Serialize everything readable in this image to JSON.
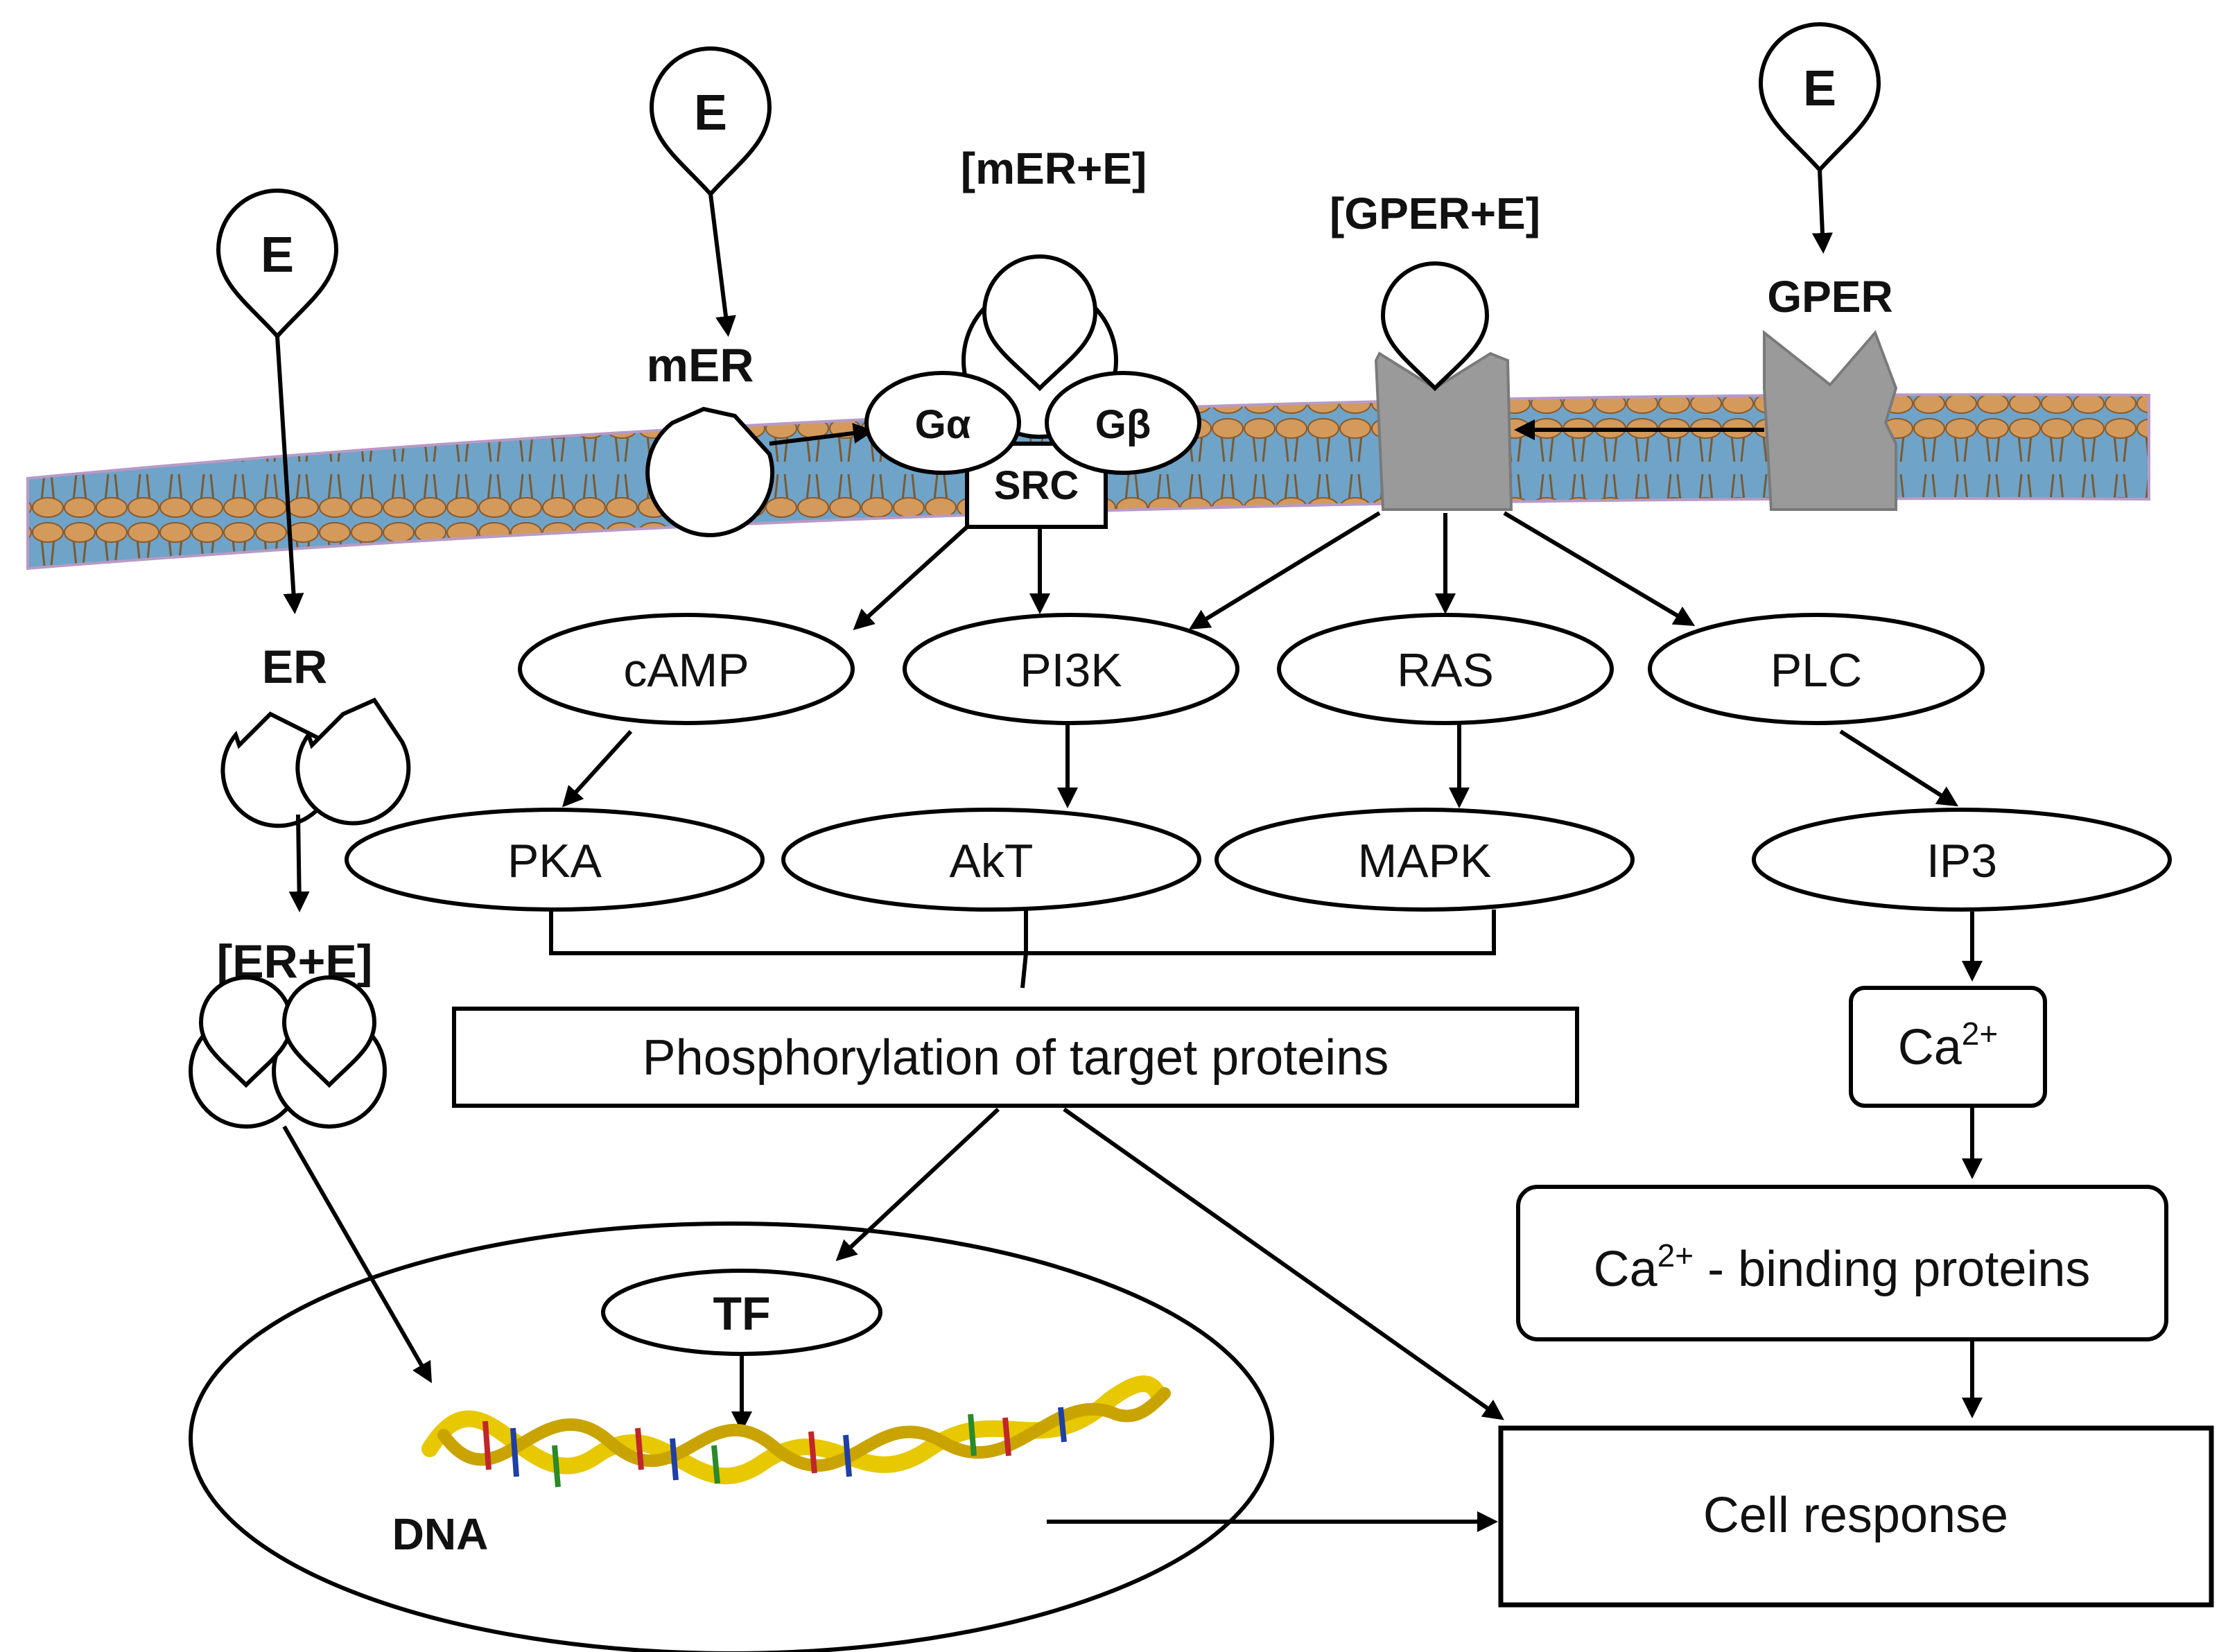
{
  "ligands": {
    "e1": "E",
    "e2": "E",
    "e3": "E"
  },
  "receptors": {
    "mer": "mER",
    "mer_complex": "[mER+E]",
    "gper_complex": "[GPER+E]",
    "gper": "GPER",
    "er": "ER",
    "er_complex": "[ER+E]"
  },
  "g_protein": {
    "galpha": "Gα",
    "gbeta": "Gβ",
    "src": "SRC"
  },
  "second_messengers": {
    "camp": "cAMP",
    "pi3k": "PI3K",
    "ras": "RAS",
    "plc": "PLC"
  },
  "kinases": {
    "pka": "PKA",
    "akt": "AkT",
    "mapk": "MAPK",
    "ip3": "IP3"
  },
  "phosphorylation": "Phosphorylation of target proteins",
  "calcium": {
    "base": "Ca",
    "sup": "2+",
    "binding_suffix": " - binding proteins"
  },
  "nucleus": {
    "tf": "TF",
    "dna": "DNA"
  },
  "cell_response": "Cell response"
}
